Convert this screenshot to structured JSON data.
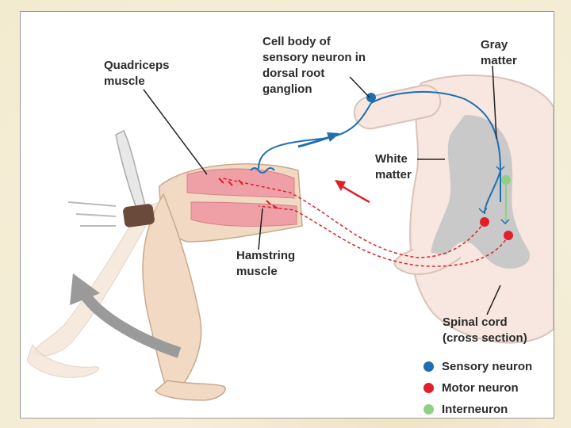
{
  "labels": {
    "cell_body": [
      "Cell body of",
      "sensory neuron in",
      "dorsal root",
      "ganglion"
    ],
    "gray_matter": [
      "Gray",
      "matter"
    ],
    "quadriceps": [
      "Quadriceps",
      "muscle"
    ],
    "white_matter": [
      "White",
      "matter"
    ],
    "hamstring": [
      "Hamstring",
      "muscle"
    ],
    "spinal_cord": [
      "Spinal cord",
      "(cross section)"
    ]
  },
  "legend": [
    {
      "label": "Sensory neuron",
      "color": "#1f6fb0"
    },
    {
      "label": "Motor neuron",
      "color": "#e0202a"
    },
    {
      "label": "Interneuron",
      "color": "#8fcf86"
    }
  ],
  "colors": {
    "sensory": "#1f6fb0",
    "motor": "#e0202a",
    "interneuron": "#8fcf86",
    "skin": "#f1d9c4",
    "muscle": "#ef9fa6",
    "gray_matter": "#c9c9c9",
    "white_matter": "#f7e7e0"
  }
}
